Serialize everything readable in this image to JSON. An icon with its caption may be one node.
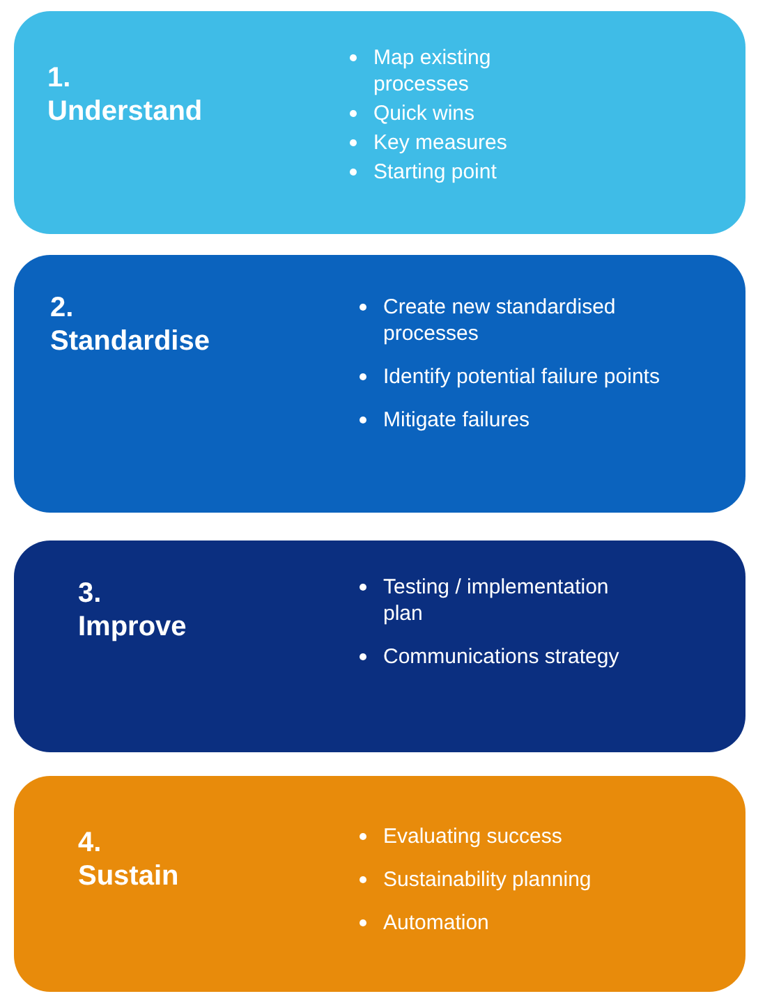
{
  "diagram": {
    "nodes": [
      {
        "text": [
          "1. Understand",
          "Map existing processes",
          "Quick wins",
          "Key measures",
          "Starting point"
        ]
      },
      {
        "text": [
          "2. Standardise",
          "Create new standardised processes",
          "Identify potential failure points",
          "Mitigate failures"
        ]
      },
      {
        "text": [
          "3. Improve",
          "Testing / implementation plan",
          "Communications strategy"
        ]
      },
      {
        "text": [
          "4. Sustain",
          "Evaluating success",
          "Sustainability planning",
          "Automation"
        ]
      }
    ]
  }
}
